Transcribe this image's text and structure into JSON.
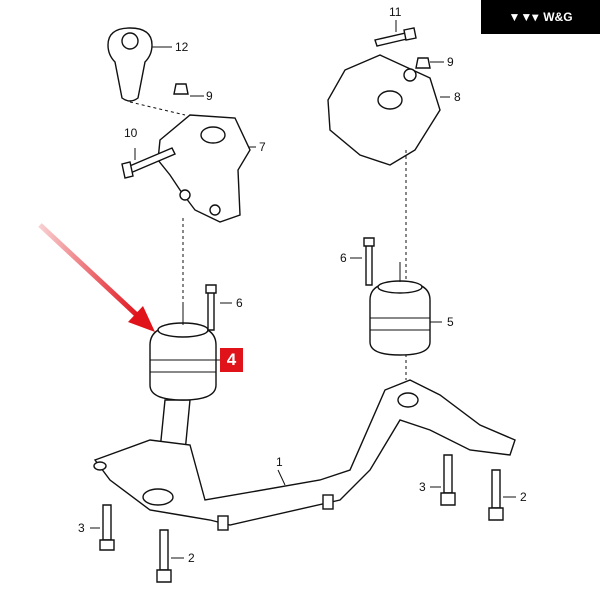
{
  "logo": {
    "text": "W&G",
    "icon": "wg-brand-icon"
  },
  "callout": {
    "label": "4",
    "color": "#e0121a",
    "arrow_color": "#e0121a"
  },
  "labels": {
    "p12": "12",
    "p9_left": "9",
    "p7": "7",
    "p10": "10",
    "p11": "11",
    "p9_right": "9",
    "p8": "8",
    "p6_right": "6",
    "p5": "5",
    "p6_left": "6",
    "p1": "1",
    "p3_left": "3",
    "p2_left": "2",
    "p3_right": "3",
    "p2_right": "2"
  }
}
